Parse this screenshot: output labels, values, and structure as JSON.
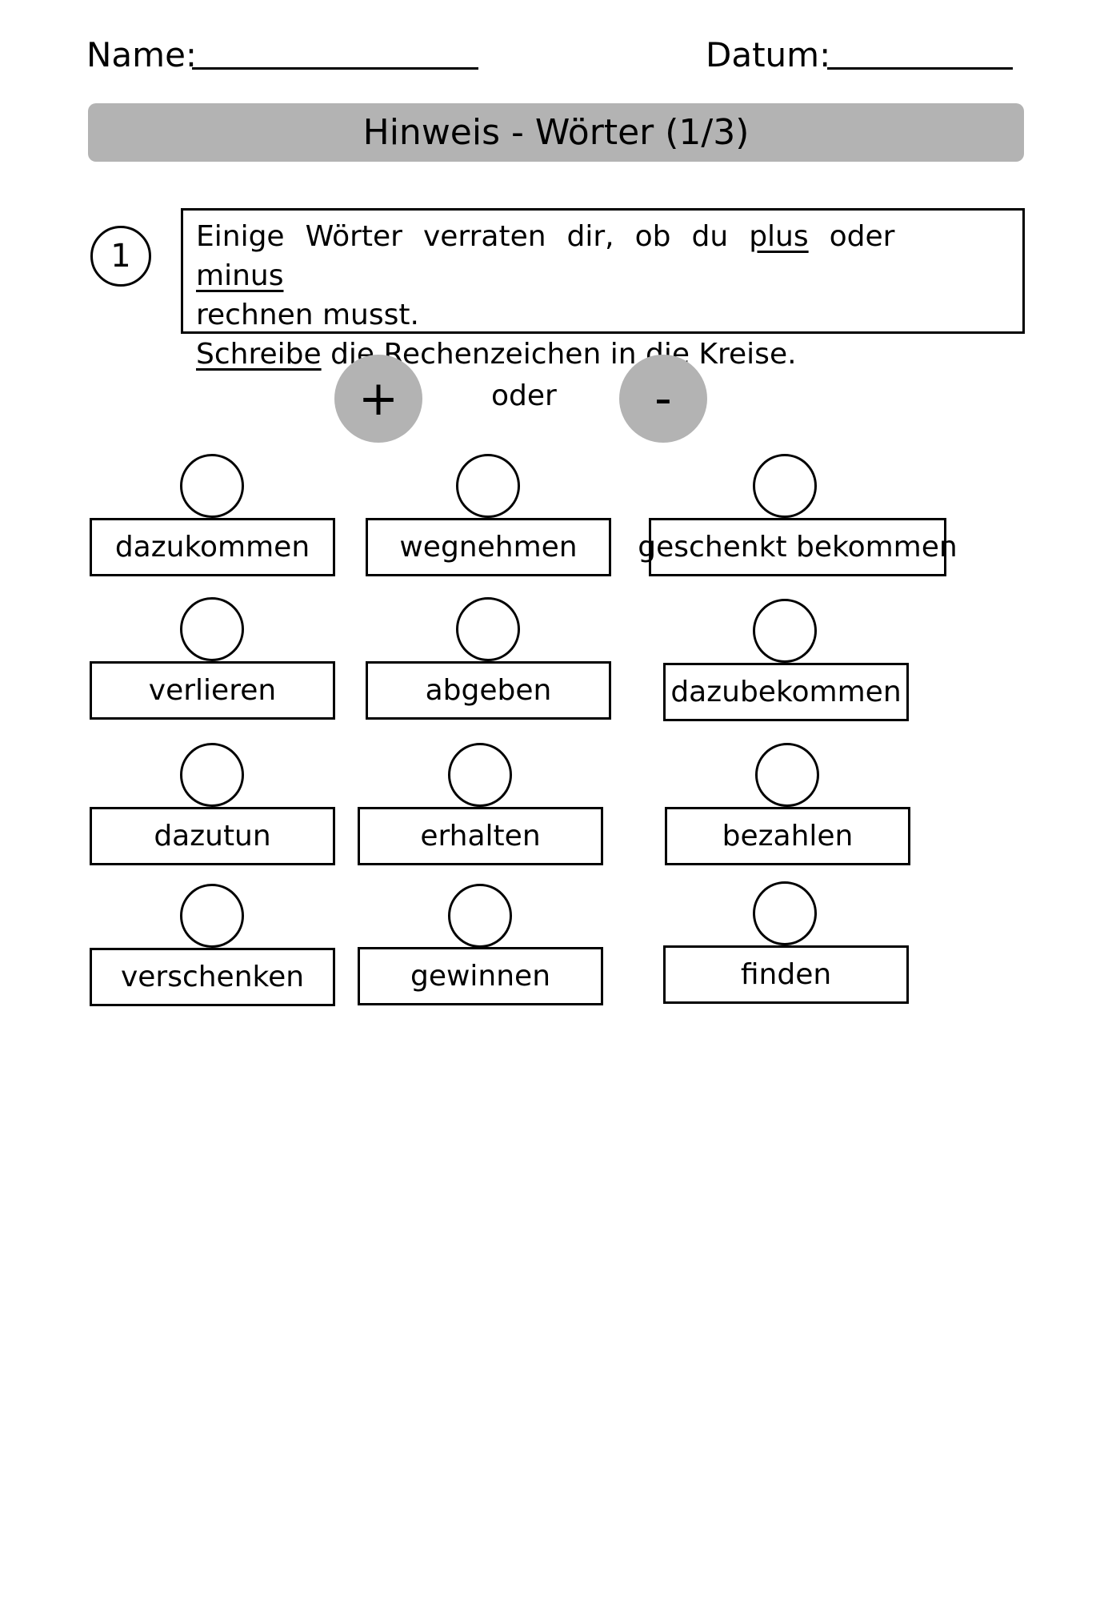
{
  "header": {
    "name_label": "Name:",
    "date_label": "Datum:"
  },
  "title": "Hinweis - Wörter (1/3)",
  "task": {
    "number": "1",
    "line1": [
      "Einige",
      "Wörter",
      "verraten",
      "dir,",
      "ob",
      "du"
    ],
    "plus": "plus",
    "oder": "oder",
    "minus": "minus",
    "line2": "rechnen musst.",
    "schreibe": "Schreibe",
    "line3_rest": "die Rechenzeichen in die Kreise."
  },
  "legend": {
    "plus_symbol": "+",
    "oder": "oder",
    "minus_symbol": "-"
  },
  "words": [
    "dazukommen",
    "wegnehmen",
    "geschenkt bekommen",
    "verlieren",
    "abgeben",
    "dazubekommen",
    "dazutun",
    "erhalten",
    "bezahlen",
    "verschenken",
    "gewinnen",
    "finden"
  ]
}
